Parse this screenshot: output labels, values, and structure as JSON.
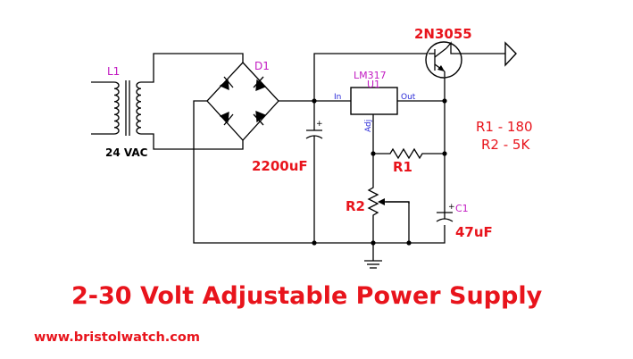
{
  "labels": {
    "l1": "L1",
    "vac": "24 VAC",
    "d1": "D1",
    "lm317": "LM317",
    "u1": "U1",
    "pin_in": "In",
    "pin_out": "Out",
    "pin_adj": "Adj",
    "transistor": "2N3055",
    "cap_main": "2200uF",
    "r1": "R1",
    "r2": "R2",
    "c1": "C1",
    "cap_out": "47uF",
    "spec_r1": "R1 - 180",
    "spec_r2": "R2 - 5K"
  },
  "title": "2-30 Volt Adjustable Power Supply",
  "url": "www.bristolwatch.com",
  "colors": {
    "label_red": "#e8141c",
    "label_magenta": "#c21ac2",
    "pin_blue": "#2a2ad8",
    "wire": "#000000"
  }
}
